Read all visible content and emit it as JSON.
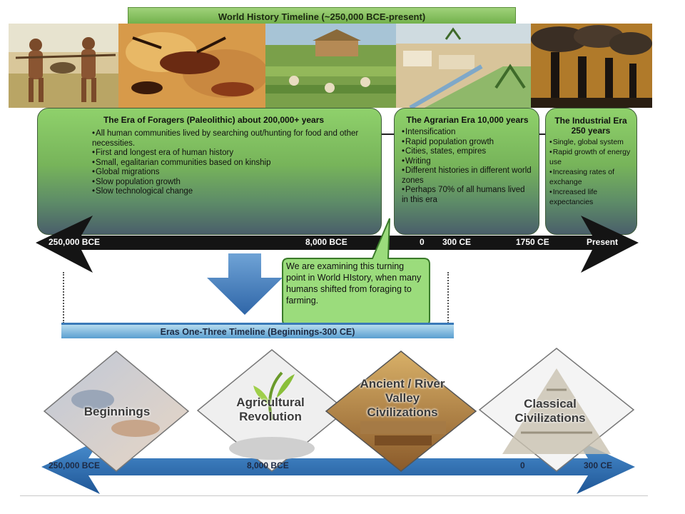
{
  "title": "World History Timeline (~250,000 BCE-present)",
  "images": [
    {
      "icon": "foragers-hunting-image"
    },
    {
      "icon": "cave-painting-image"
    },
    {
      "icon": "farming-village-image"
    },
    {
      "icon": "ancient-city-image"
    },
    {
      "icon": "factory-smokestacks-image"
    }
  ],
  "eras": [
    {
      "title": "The Era of Foragers (Paleolithic)   about 200,000+ years",
      "items": [
        "All human communities lived by searching out/hunting for food and other necessities.",
        "First and longest era of human history",
        "Small, egalitarian communities based on kinship",
        "Global migrations",
        "Slow population growth",
        "Slow technological change"
      ]
    },
    {
      "title": "The Agrarian Era 10,000 years",
      "items": [
        "Intensification",
        "Rapid population growth",
        "Cities, states, empires",
        "Writing",
        "Different histories in different world zones",
        "Perhaps 70% of all humans lived in this era"
      ]
    },
    {
      "title": "The Industrial Era 250 years",
      "items": [
        "Single, global system",
        "Rapid growth of energy use",
        "Increasing rates of exchange",
        "Increased life expectancies"
      ]
    }
  ],
  "timeline": {
    "labels": [
      "250,000 BCE",
      "8,000 BCE",
      "0",
      "300 CE",
      "1750 CE",
      "Present"
    ]
  },
  "callout": "We are examining this turning point in World HIstory, when many humans shifted from foraging to farming.",
  "eras_bar": "Eras One-Three Timeline (Beginnings-300 CE)",
  "diamonds": [
    {
      "label": "Beginnings"
    },
    {
      "label": "Agricultural Revolution"
    },
    {
      "label": "Ancient / River Valley Civilizations"
    },
    {
      "label": "Classical Civilizations"
    }
  ],
  "timeline2": {
    "labels": [
      "250,000 BCE",
      "8,000 BCE",
      "0",
      "300 CE"
    ]
  },
  "colors": {
    "era_green": "#77b45a",
    "timeline_black": "#141414",
    "timeline_blue": "#2f6fb0"
  }
}
